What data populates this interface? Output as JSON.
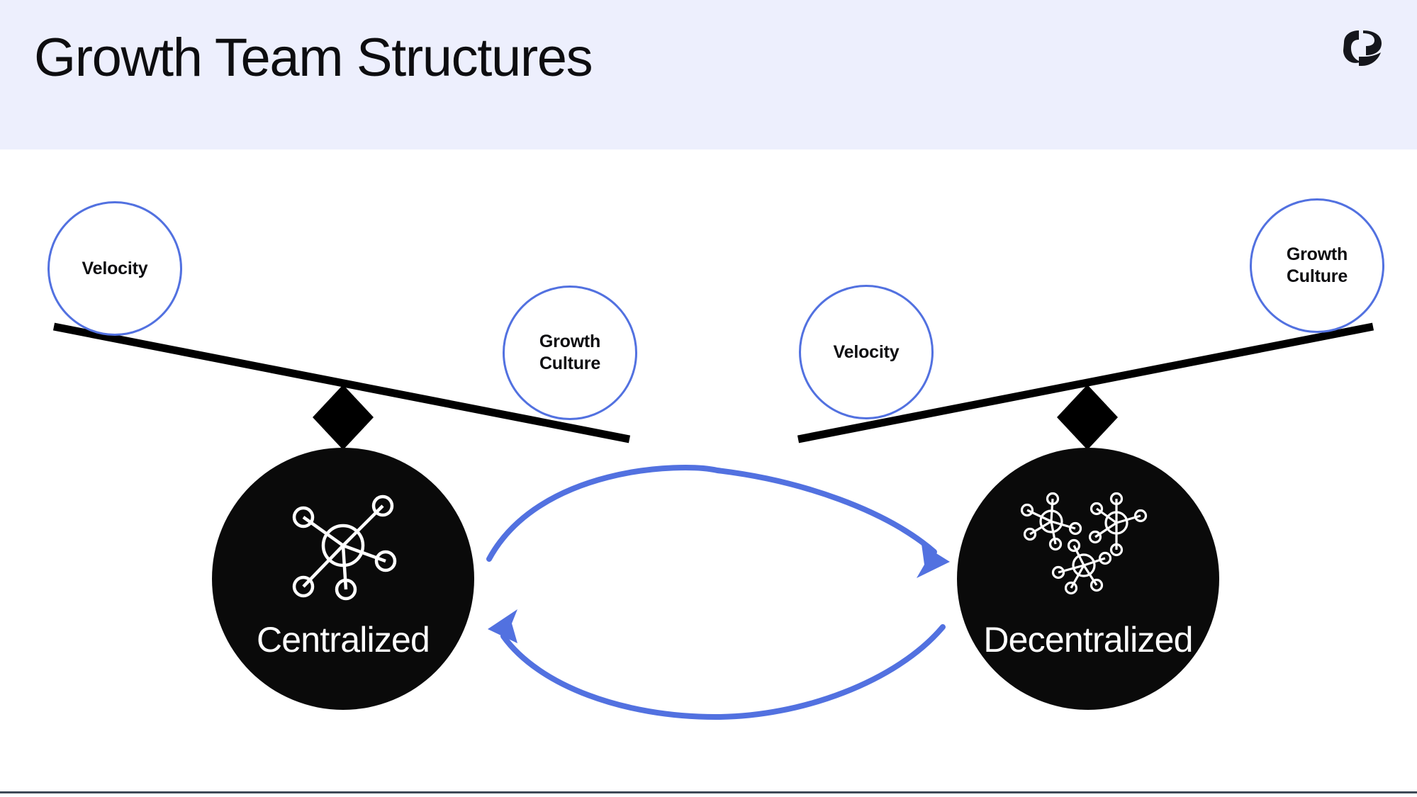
{
  "header": {
    "title": "Growth Team Structures",
    "background_color": "#EDEFFD",
    "logo_name": "brand-logo"
  },
  "theme": {
    "accent_blue": "#5271E0",
    "node_black": "#0A0A0A",
    "text_dark": "#0D0D10",
    "canvas_white": "#FFFFFF",
    "footer_rule": "#3F4A57"
  },
  "scales": [
    {
      "side": "left",
      "tilt": "left-side-up",
      "fulcrum_name": "diamond-fulcrum",
      "bubbles": [
        {
          "label": "Velocity",
          "position": "high"
        },
        {
          "label": "Growth\nCulture",
          "position": "low"
        }
      ]
    },
    {
      "side": "right",
      "tilt": "right-side-up",
      "fulcrum_name": "diamond-fulcrum",
      "bubbles": [
        {
          "label": "Velocity",
          "position": "low"
        },
        {
          "label": "Growth\nCulture",
          "position": "high"
        }
      ]
    }
  ],
  "structures": [
    {
      "label": "Centralized",
      "icon": "single-hub-network-icon",
      "hub_count": 1
    },
    {
      "label": "Decentralized",
      "icon": "multi-hub-network-icon",
      "hub_count": 3
    }
  ],
  "arrows": [
    {
      "name": "arrow-centralized-to-decentralized",
      "direction": "left-to-right",
      "color": "#5271E0"
    },
    {
      "name": "arrow-decentralized-to-centralized",
      "direction": "right-to-left",
      "color": "#5271E0"
    }
  ]
}
